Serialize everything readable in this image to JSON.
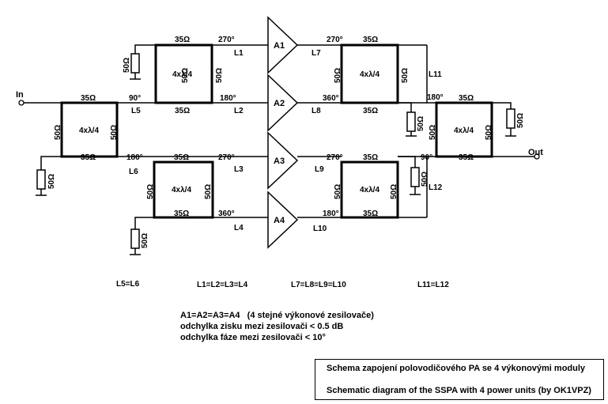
{
  "ports": {
    "in": "In",
    "out": "Out"
  },
  "couplers": {
    "label": "4xλ/4",
    "impedance_line": "35Ω",
    "impedance_side": "50Ω"
  },
  "loads": {
    "value": "50Ω"
  },
  "phases": {
    "p90": "90°",
    "p180": "180°",
    "p270": "270°",
    "p360": "360°"
  },
  "amplifiers": [
    "A1",
    "A2",
    "A3",
    "A4"
  ],
  "lines": [
    "L1",
    "L2",
    "L3",
    "L4",
    "L5",
    "L6",
    "L7",
    "L8",
    "L9",
    "L10",
    "L11",
    "L12"
  ],
  "equalities": {
    "l5_l6": "L5=L6",
    "l1_l4": "L1=L2=L3=L4",
    "l7_l10": "L7=L8=L9=L10",
    "l11_l12": "L11=L12"
  },
  "notes": {
    "line1": "A1=A2=A3=A4   (4 stejné výkonové zesilovače)",
    "line2": "odchylka zisku mezi zesilovači < 0.5 dB",
    "line3": "odchylka fáze mezi zesilovači < 10°"
  },
  "caption": {
    "cz": "Schema zapojení polovodičového PA se 4 výkonovými moduly",
    "en": "Schematic diagram of the SSPA with 4 power units (by OK1VPZ)"
  }
}
